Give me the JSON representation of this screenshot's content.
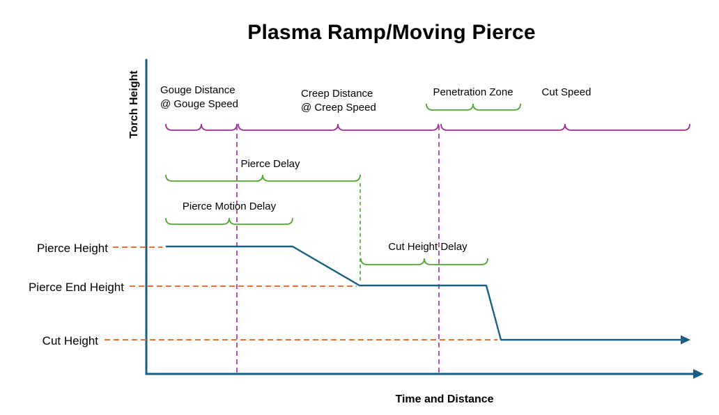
{
  "title": "Plasma Ramp/Moving Pierce",
  "axis": {
    "y": "Torch Height",
    "x": "Time and Distance"
  },
  "heights": {
    "pierce": "Pierce Height",
    "pierce_end": "Pierce End Height",
    "cut": "Cut Height"
  },
  "zones": {
    "gouge_line1": "Gouge Distance",
    "gouge_line2": "@ Gouge Speed",
    "creep_line1": "Creep Distance",
    "creep_line2": "@ Creep Speed",
    "penetration": "Penetration Zone",
    "cut_speed": "Cut Speed"
  },
  "delays": {
    "pierce": "Pierce Delay",
    "pierce_motion": "Pierce Motion Delay",
    "cut_height": "Cut Height Delay"
  },
  "colors": {
    "line": "#156082",
    "dashed_height": "#E97132",
    "zone": "#A02B93",
    "delay": "#4EA72E",
    "text": "#000000"
  }
}
